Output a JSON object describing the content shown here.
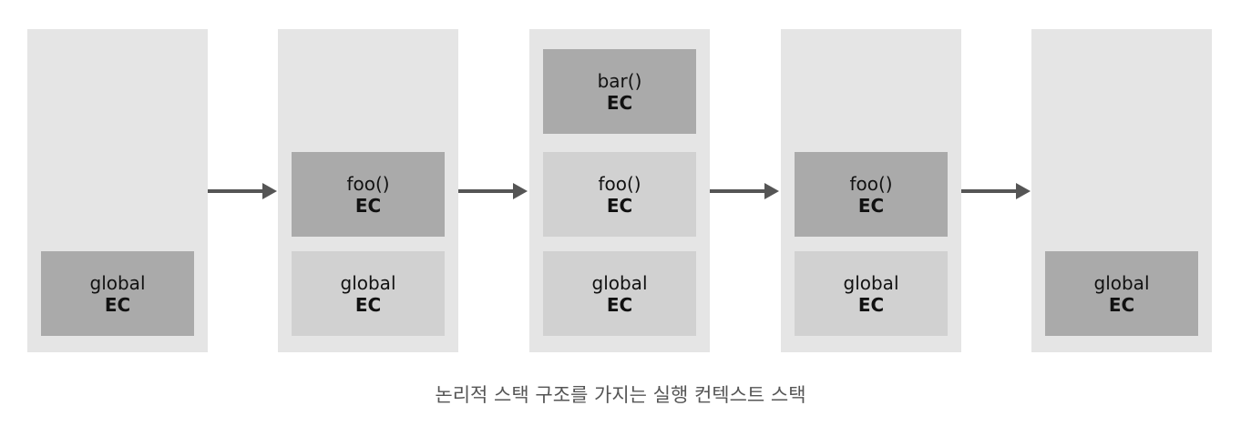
{
  "columns": [
    {
      "frames": [
        {
          "name": "global",
          "label": "EC"
        }
      ]
    },
    {
      "frames": [
        {
          "name": "foo()",
          "label": "EC"
        },
        {
          "name": "global",
          "label": "EC"
        }
      ]
    },
    {
      "frames": [
        {
          "name": "bar()",
          "label": "EC"
        },
        {
          "name": "foo()",
          "label": "EC"
        },
        {
          "name": "global",
          "label": "EC"
        }
      ]
    },
    {
      "frames": [
        {
          "name": "foo()",
          "label": "EC"
        },
        {
          "name": "global",
          "label": "EC"
        }
      ]
    },
    {
      "frames": [
        {
          "name": "global",
          "label": "EC"
        }
      ]
    }
  ],
  "caption": "논리적 스택 구조를 가지는 실행 컨텍스트 스택",
  "colors": {
    "column_bg": "#e5e5e5",
    "active_frame": "#aaaaaa",
    "inactive_frame": "#d1d1d1",
    "arrow": "#555555",
    "caption_text": "#555555"
  }
}
